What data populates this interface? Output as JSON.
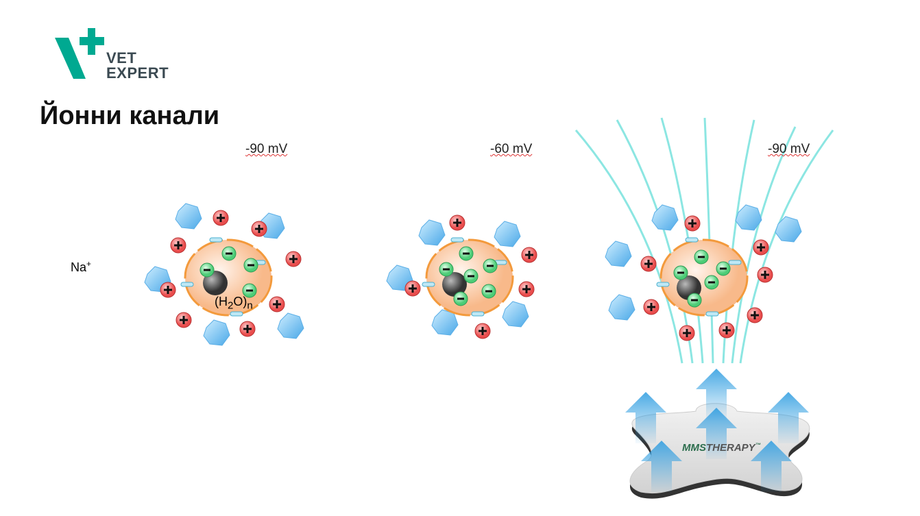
{
  "logo": {
    "line1": "VET",
    "line2": "EXPERT",
    "color": "#00a991"
  },
  "title": "Йонни канали",
  "voltages": [
    "-90 mV",
    "-60 mV",
    "-90 mV"
  ],
  "ion_label": {
    "base": "Na",
    "sup": "+"
  },
  "water_label": {
    "open": "(H",
    "sub1": "2",
    "mid": "O)",
    "sub2": "n"
  },
  "device": {
    "brand": "MMS",
    "brand2": "THERAPY",
    "tm": "™"
  },
  "colors": {
    "cell": "#f8b98a",
    "membrane": "#f39a3c",
    "plus": "#f06b6b",
    "minus": "#6fd98f",
    "crystal": "#7cc5f2",
    "field": "#3fd6cf"
  }
}
